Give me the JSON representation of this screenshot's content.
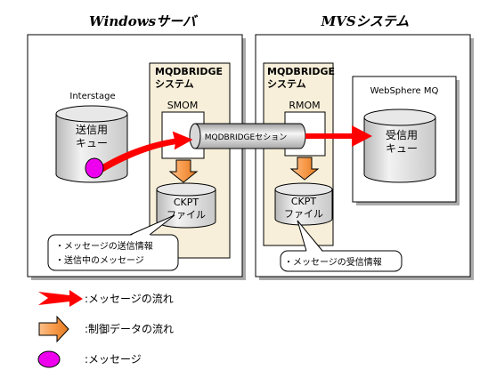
{
  "windows": {
    "heading": "Windowsサーバ",
    "interstage_label": "Interstage",
    "queue_line1": "送信用",
    "queue_line2": "キュー",
    "bridge_line1": "MQDBRIDGE",
    "bridge_line2": "システム",
    "smom_label": "SMOM",
    "ckpt_line1": "CKPT",
    "ckpt_line2": "ファイル",
    "callout_line1": "・メッセージの送信情報",
    "callout_line2": "・送信中のメッセージ"
  },
  "mvs": {
    "heading": "MVSシステム",
    "bridge_line1": "MQDBRIDGE",
    "bridge_line2": "システム",
    "rmom_label": "RMOM",
    "websphere_label": "WebSphere MQ",
    "queue_line1": "受信用",
    "queue_line2": "キュー",
    "ckpt_line1": "CKPT",
    "ckpt_line2": "ファイル",
    "callout_line1": "・メッセージの受信情報"
  },
  "session_label": "MQDBRIDGEセション",
  "legend": {
    "message_flow": ":メッセージの流れ",
    "control_flow": ":制御データの流れ",
    "message": ":メッセージ"
  },
  "colors": {
    "message_arrow": "#ff0000",
    "control_arrow": "#f79a4a",
    "message_dot": "#ee00ee",
    "bridge_fill": "#f7efd9",
    "cylinder_fill": "#dddddd",
    "box_shadow": "#aaaaaa"
  }
}
